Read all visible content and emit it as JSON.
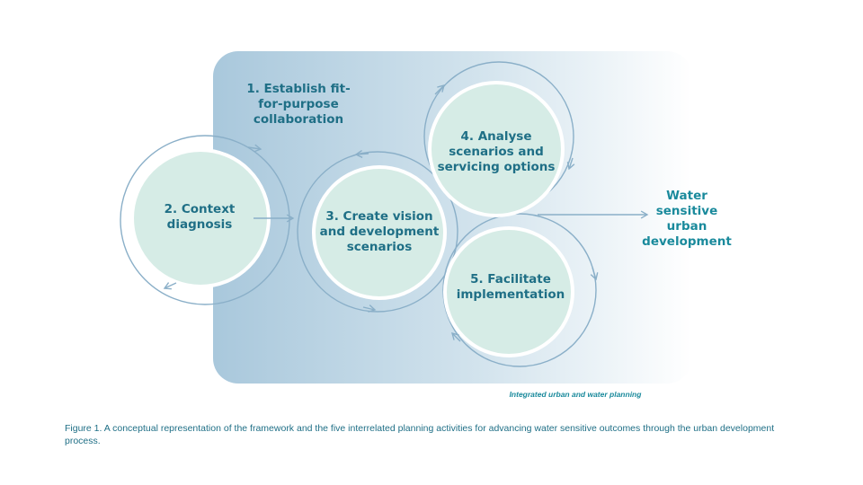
{
  "nodes": {
    "n1": {
      "lines": [
        "1. Establish fit-",
        "for-purpose",
        "collaboration"
      ]
    },
    "n2": {
      "lines": [
        "2. Context",
        "diagnosis"
      ]
    },
    "n3": {
      "lines": [
        "3. Create vision",
        "and development",
        "scenarios"
      ]
    },
    "n4": {
      "lines": [
        "4. Analyse",
        "scenarios and",
        "servicing options"
      ]
    },
    "n5": {
      "lines": [
        "5. Facilitate",
        "implementation"
      ]
    }
  },
  "outcome": {
    "lines": [
      "Water",
      "sensitive",
      "urban",
      "development"
    ]
  },
  "framework_label": "Integrated urban and water planning",
  "caption": "Figure 1. A conceptual representation of the framework and the five interrelated planning activities for advancing water sensitive outcomes through the urban development process.",
  "colors": {
    "panel_left": "#a9c8dc",
    "panel_right": "#ffffff",
    "circle_fill": "#d6ece6",
    "ring_stroke": "#8aafc8",
    "text_dark": "#1f6f86",
    "text_teal": "#1a8a9c"
  }
}
